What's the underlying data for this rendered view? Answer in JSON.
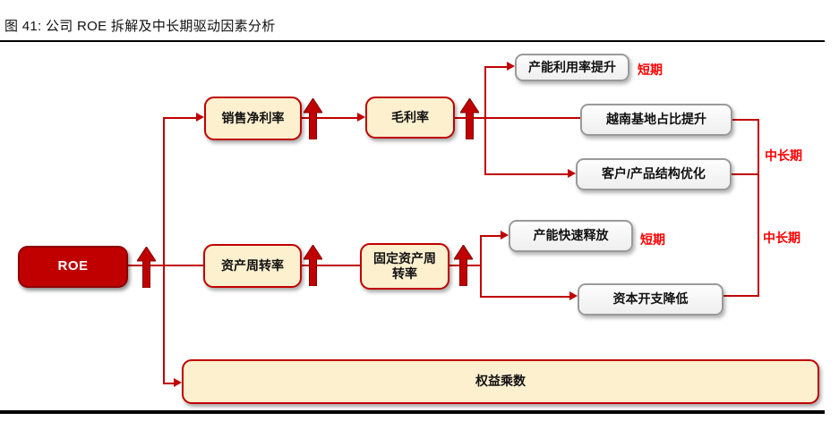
{
  "title": "图 41: 公司 ROE 拆解及中长期驱动因素分析",
  "nodes": {
    "roe": "ROE",
    "net_profit_margin": "销售净利率",
    "gross_margin": "毛利率",
    "asset_turnover": "资产周转率",
    "fixed_asset_turnover": "固定资产周转率",
    "equity_multiplier": "权益乘数",
    "capacity_utilization": "产能利用率提升",
    "vietnam_base": "越南基地占比提升",
    "customer_product_mix": "客户/产品结构优化",
    "capacity_release": "产能快速释放",
    "capex_reduction": "资本开支降低"
  },
  "tags": {
    "short_term_top": "短期",
    "short_term_mid": "短期",
    "mid_long_term_top": "中长期",
    "mid_long_term_bottom": "中长期"
  },
  "colors": {
    "accent_red": "#C00000",
    "tag_red": "#FF0000",
    "cream_fill": "#FCF0CF",
    "gray_fill": "#F4F4F4",
    "roe_fill": "#C00000"
  }
}
